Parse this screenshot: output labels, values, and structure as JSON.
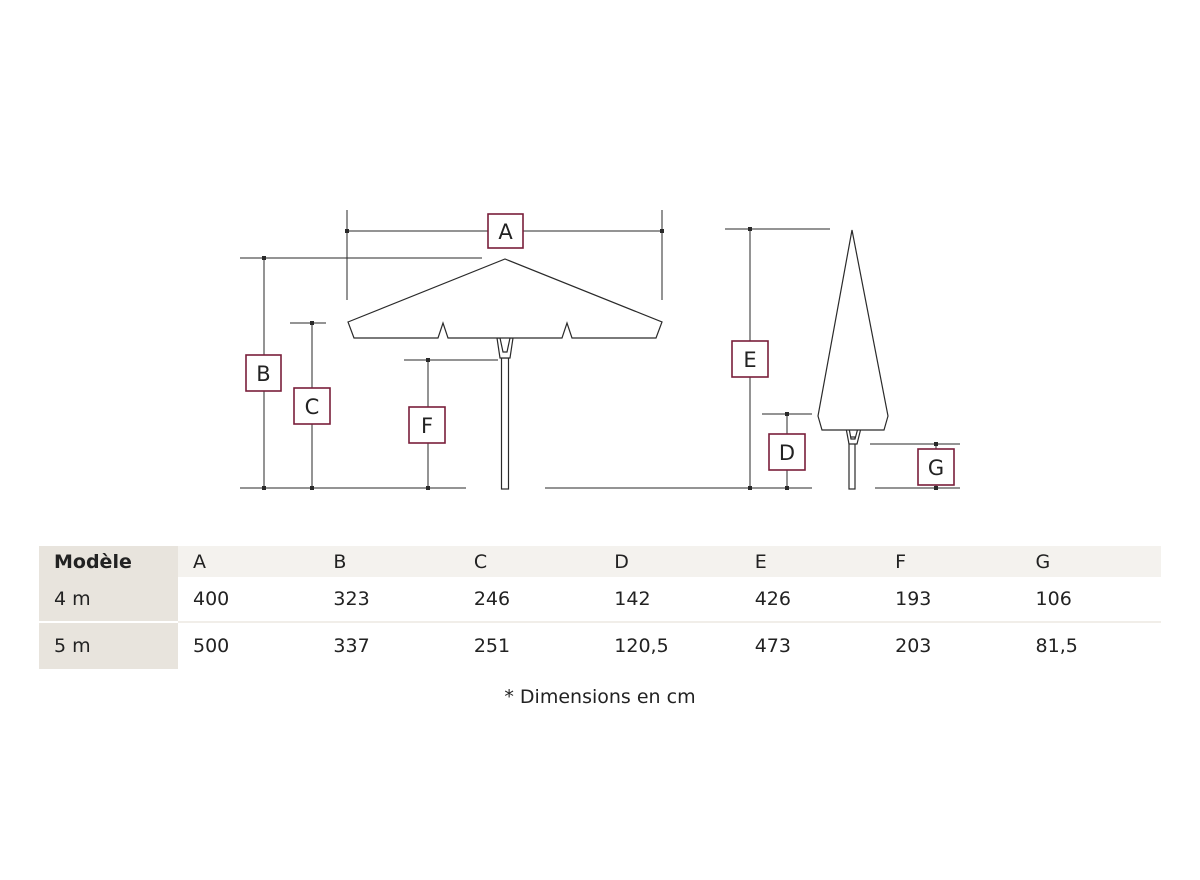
{
  "labels": {
    "a": "A",
    "b": "B",
    "c": "C",
    "d": "D",
    "e": "E",
    "f": "F",
    "g": "G"
  },
  "table": {
    "header": [
      "Modèle",
      "A",
      "B",
      "C",
      "D",
      "E",
      "F",
      "G"
    ],
    "rows": [
      [
        "4 m",
        "400",
        "323",
        "246",
        "142",
        "426",
        "193",
        "106"
      ],
      [
        "5 m",
        "500",
        "337",
        "251",
        "120,5",
        "473",
        "203",
        "81,5"
      ]
    ]
  },
  "footnote": "* Dimensions en cm",
  "colors": {
    "label_border": "#7a1e3a",
    "header_bg": "#f4f2ee",
    "first_col_bg": "#e8e4dd"
  }
}
